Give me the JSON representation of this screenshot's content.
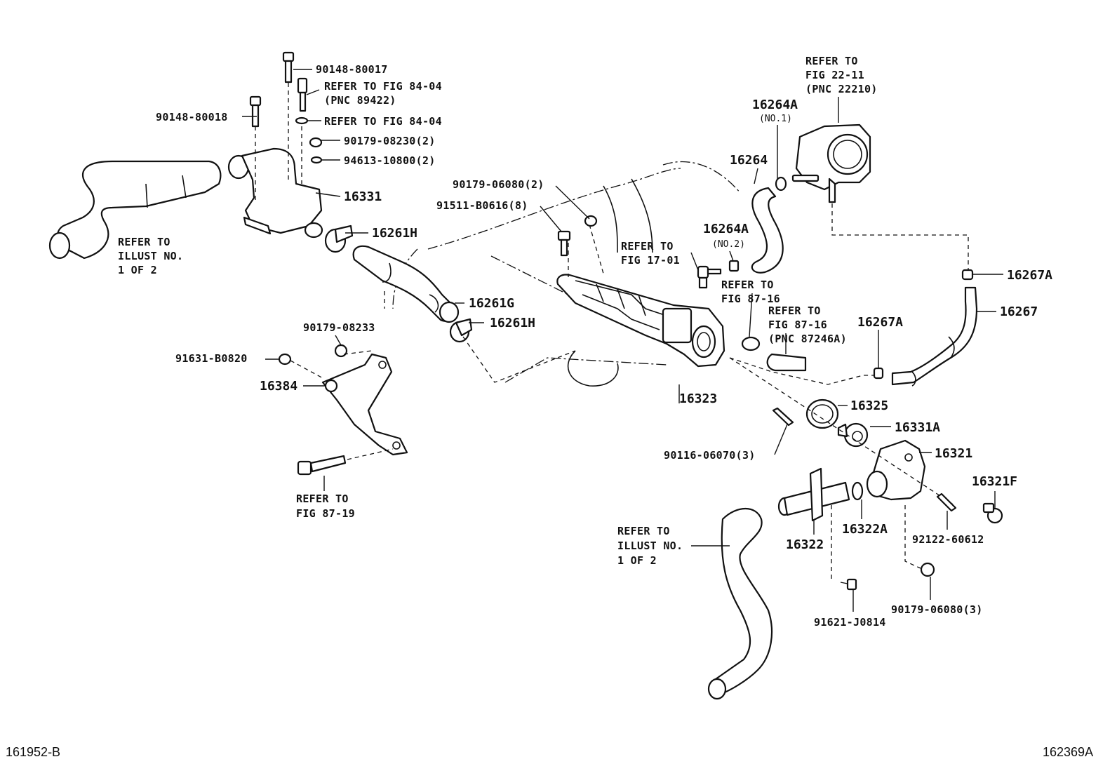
{
  "labels": {
    "p90148_80017": "90148-80017",
    "refer_fig84_04_a": "REFER TO FIG 84-04",
    "pnc_89422": "(PNC 89422)",
    "refer_fig84_04_b": "REFER TO FIG 84-04",
    "p90148_80018": "90148-80018",
    "p90179_08230": "90179-08230(2)",
    "p94613_10800": "94613-10800(2)",
    "p16331": "16331",
    "p16261H_a": "16261H",
    "refer_illust_a_1": "REFER TO",
    "refer_illust_a_2": "ILLUST NO.",
    "refer_illust_a_3": "1 OF 2",
    "p90179_06080_2": "90179-06080(2)",
    "p91511_B0616": "91511-B0616(8)",
    "p16261G": "16261G",
    "p16261H_b": "16261H",
    "p90179_08233": "90179-08233",
    "p91631_B0820": "91631-B0820",
    "p16384": "16384",
    "refer_fig87_19_1": "REFER TO",
    "refer_fig87_19_2": "FIG 87-19",
    "refer_fig22_11_1": "REFER TO",
    "refer_fig22_11_2": "FIG 22-11",
    "refer_fig22_11_3": "(PNC 22210)",
    "p16264A_no1": "16264A",
    "no1": "(NO.1)",
    "p16264": "16264",
    "p16264A_no2": "16264A",
    "no2": "(NO.2)",
    "refer_fig17_01_1": "REFER TO",
    "refer_fig17_01_2": "FIG 17-01",
    "refer_fig87_16_a1": "REFER TO",
    "refer_fig87_16_a2": "FIG 87-16",
    "refer_fig87_16_b1": "REFER TO",
    "refer_fig87_16_b2": "FIG 87-16",
    "pnc_87246A": "(PNC 87246A)",
    "p16267A_a": "16267A",
    "p16267A_b": "16267A",
    "p16267": "16267",
    "p16323": "16323",
    "p16325": "16325",
    "p16331A": "16331A",
    "p16321": "16321",
    "p90116_06070": "90116-06070(3)",
    "p16321F": "16321F",
    "p16322A": "16322A",
    "p16322": "16322",
    "p92122_60612": "92122-60612",
    "refer_illust_b_1": "REFER TO",
    "refer_illust_b_2": "ILLUST NO.",
    "refer_illust_b_3": "1 OF 2",
    "p91621_J0814": "91621-J0814",
    "p90179_06080_3": "90179-06080(3)",
    "corner_left": "161952-B",
    "corner_right": "162369A"
  }
}
